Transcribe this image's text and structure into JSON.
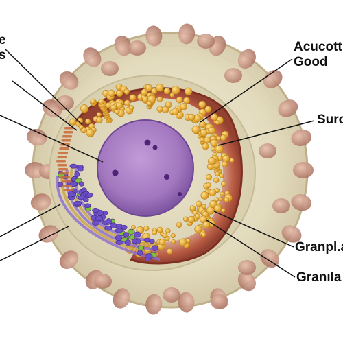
{
  "labels": {
    "top_left_line1": "e",
    "top_left_line2": "s",
    "right_1_line1": "Acucott",
    "right_1_line2": "Good",
    "right_2": "Surc",
    "right_3": "Granpl.a",
    "right_4": "Granıla"
  },
  "colors": {
    "background": "#ffffff",
    "cytoplasm": "#e6dfc4",
    "membrane_bumps": "#c9988a",
    "red_layer": "#b8533f",
    "granules": "#e8a82a",
    "nucleus": "#a679c2",
    "nucleolus": "#5a2d86",
    "er_stack": "#6d4fc7",
    "leader_line": "#111111"
  }
}
